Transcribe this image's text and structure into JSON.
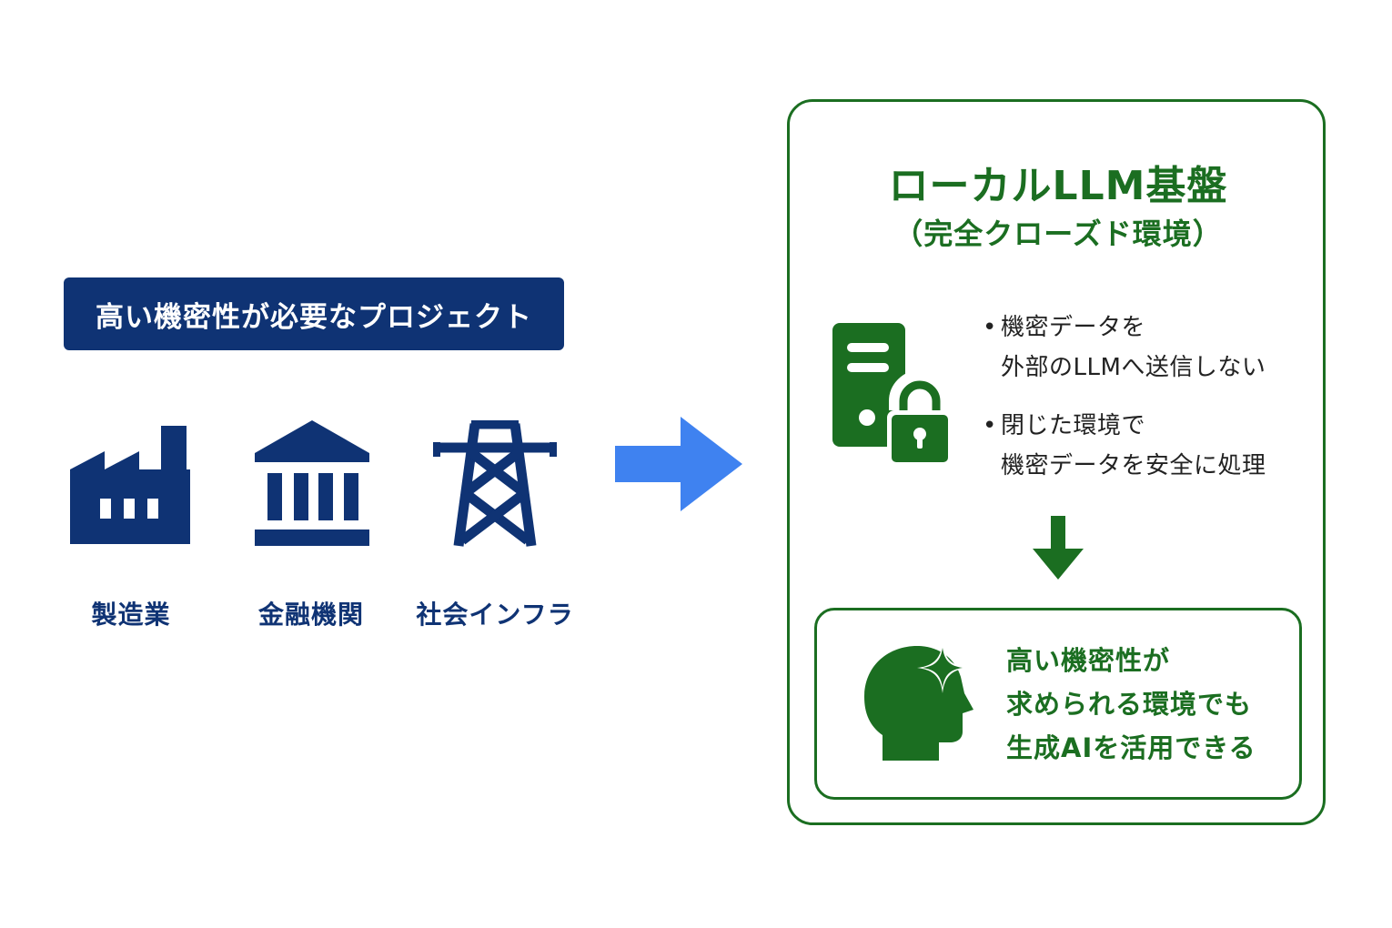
{
  "left": {
    "heading": "高い機密性が必要なプロジェクト",
    "sectors": [
      {
        "label": "製造業",
        "icon": "factory-icon"
      },
      {
        "label": "金融機関",
        "icon": "bank-icon"
      },
      {
        "label": "社会インフラ",
        "icon": "power-tower-icon"
      }
    ]
  },
  "right": {
    "title": "ローカルLLM基盤",
    "subtitle": "（完全クローズド環境）",
    "bullets": [
      {
        "line1": "機密データを",
        "line2": "外部のLLMへ送信しない"
      },
      {
        "line1": "閉じた環境で",
        "line2": "機密データを安全に処理"
      }
    ],
    "result_lines": [
      "高い機密性が",
      "求められる環境でも",
      "生成AIを活用できる"
    ]
  },
  "colors": {
    "navy": "#0f3374",
    "green": "#1b6e21",
    "arrow_blue": "#3f82f0",
    "text": "#222222"
  },
  "icons": {
    "server": "server-lock-icon",
    "arrow_right": "arrow-right-icon",
    "arrow_down": "arrow-down-icon",
    "result": "head-sparkle-icon"
  }
}
